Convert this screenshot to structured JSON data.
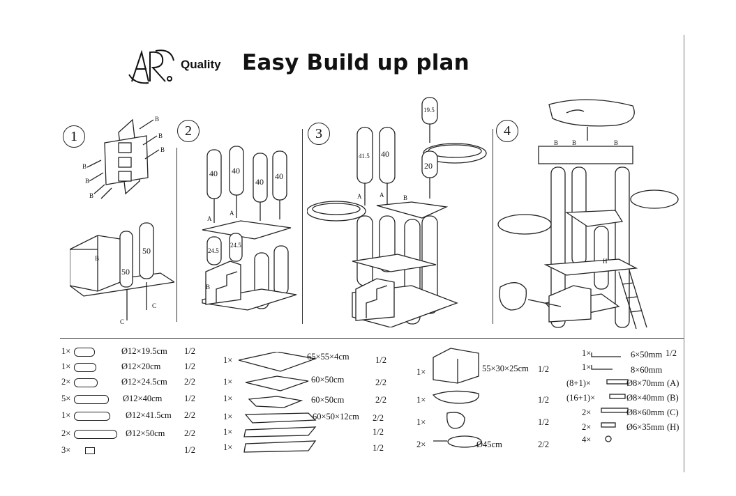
{
  "header": {
    "logo_text": "AR",
    "brand_word": "Quality",
    "title": "Easy Build up plan"
  },
  "steps": [
    {
      "number": "1"
    },
    {
      "number": "2"
    },
    {
      "number": "3"
    },
    {
      "number": "4"
    }
  ],
  "diagram_labels": {
    "step1": {
      "post_label": "50",
      "post_label2": "50",
      "screw_b": "B",
      "screw_c": "C"
    },
    "step2": {
      "posts": [
        "40",
        "40",
        "40",
        "40"
      ],
      "short_posts": [
        "24.5",
        "24.5"
      ],
      "screw_a": "A",
      "screw_b": "B"
    },
    "step3": {
      "posts": [
        "41.5",
        "40"
      ],
      "top_post": "19.5",
      "mid_post": "20",
      "screw_a": "A",
      "screw_b": "B"
    },
    "step4": {
      "screw_b": "B",
      "screw_h": "H"
    }
  },
  "parts_col1": [
    {
      "qty": "1×",
      "dim": "Ø12×19.5cm",
      "step": "1/2"
    },
    {
      "qty": "1×",
      "dim": "Ø12×20cm",
      "step": "1/2"
    },
    {
      "qty": "2×",
      "dim": "Ø12×24.5cm",
      "step": "2/2"
    },
    {
      "qty": "5×",
      "dim": "Ø12×40cm",
      "step": "1/2"
    },
    {
      "qty": "1×",
      "dim": "Ø12×41.5cm",
      "step": "2/2"
    },
    {
      "qty": "2×",
      "dim": "Ø12×50cm",
      "step": "2/2"
    },
    {
      "qty": "3×",
      "dim": "",
      "step": "1/2"
    }
  ],
  "parts_col2": [
    {
      "qty": "1×",
      "dim": "65×55×4cm",
      "step": "1/2"
    },
    {
      "qty": "1×",
      "dim": "60×50cm",
      "step": "2/2"
    },
    {
      "qty": "1×",
      "dim": "60×50cm",
      "step": "2/2"
    },
    {
      "qty": "1×",
      "dim": "60×50×12cm",
      "step": "2/2"
    },
    {
      "qty": "1×",
      "dim": "",
      "step": "1/2"
    },
    {
      "qty": "1×",
      "dim": "",
      "step": "1/2"
    }
  ],
  "parts_col3": [
    {
      "qty": "1×",
      "dim": "55×30×25cm",
      "step": "1/2"
    },
    {
      "qty": "1×",
      "dim": "",
      "step": "1/2"
    },
    {
      "qty": "1×",
      "dim": "",
      "step": "1/2"
    },
    {
      "qty": "2×",
      "dim": "Ø45cm",
      "step": "2/2"
    }
  ],
  "parts_col4": [
    {
      "qty": "1×",
      "dim": "6×50mm",
      "step": "1/2"
    },
    {
      "qty": "1×",
      "dim": "8×60mm",
      "step": ""
    },
    {
      "qty": "(8+1)×",
      "dim": "Ø8×70mm",
      "code": "(A)"
    },
    {
      "qty": "(16+1)×",
      "dim": "Ø8×40mm",
      "code": "(B)"
    },
    {
      "qty": "2×",
      "dim": "Ø8×60mm",
      "code": "(C)"
    },
    {
      "qty": "2×",
      "dim": "Ø6×35mm",
      "code": "(H)"
    },
    {
      "qty": "4×",
      "dim": "",
      "code": ""
    }
  ]
}
